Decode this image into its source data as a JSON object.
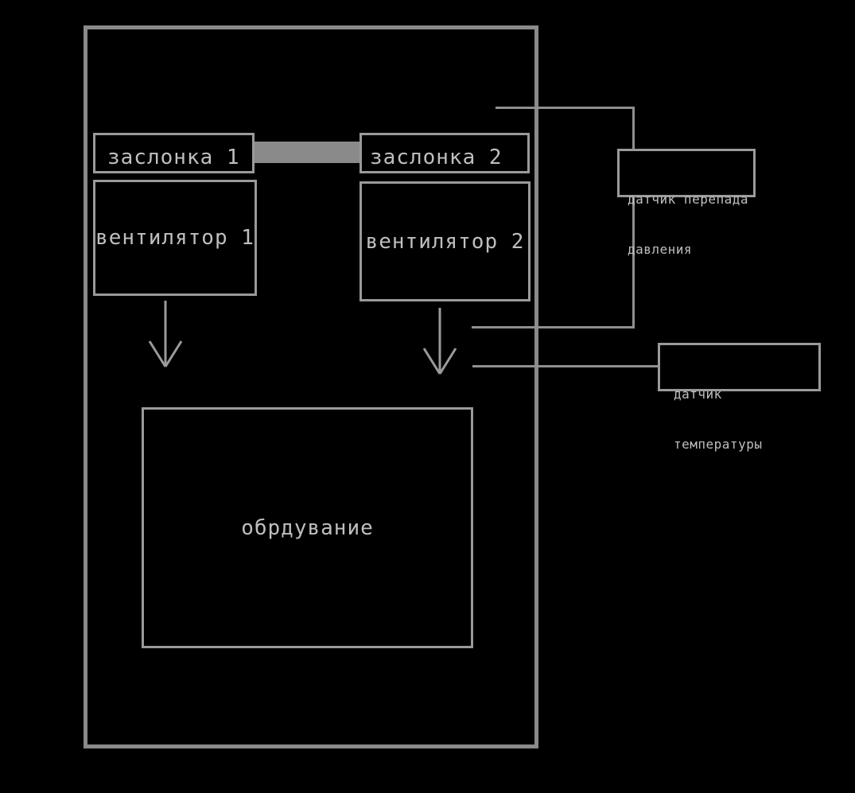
{
  "palette": {
    "background": "#000000",
    "frame-gray": "#8a8a8a",
    "box-border-gray": "#9a9a9a",
    "line-gray": "#8f8f8f",
    "text-gray": "#bfbfbf"
  },
  "diagram": {
    "boxes": {
      "damper1": {
        "label": "заслонка 1"
      },
      "damper2": {
        "label": "заслонка 2"
      },
      "fan1": {
        "label": "вентилятор 1"
      },
      "fan2": {
        "label": "вентилятор 2"
      },
      "equipment": {
        "label": "обрдувание"
      }
    },
    "sensors": {
      "pressure": {
        "line1": "датчик перепада",
        "line2": "давления"
      },
      "temperature": {
        "line1": "датчик",
        "line2": "температуры"
      }
    }
  }
}
